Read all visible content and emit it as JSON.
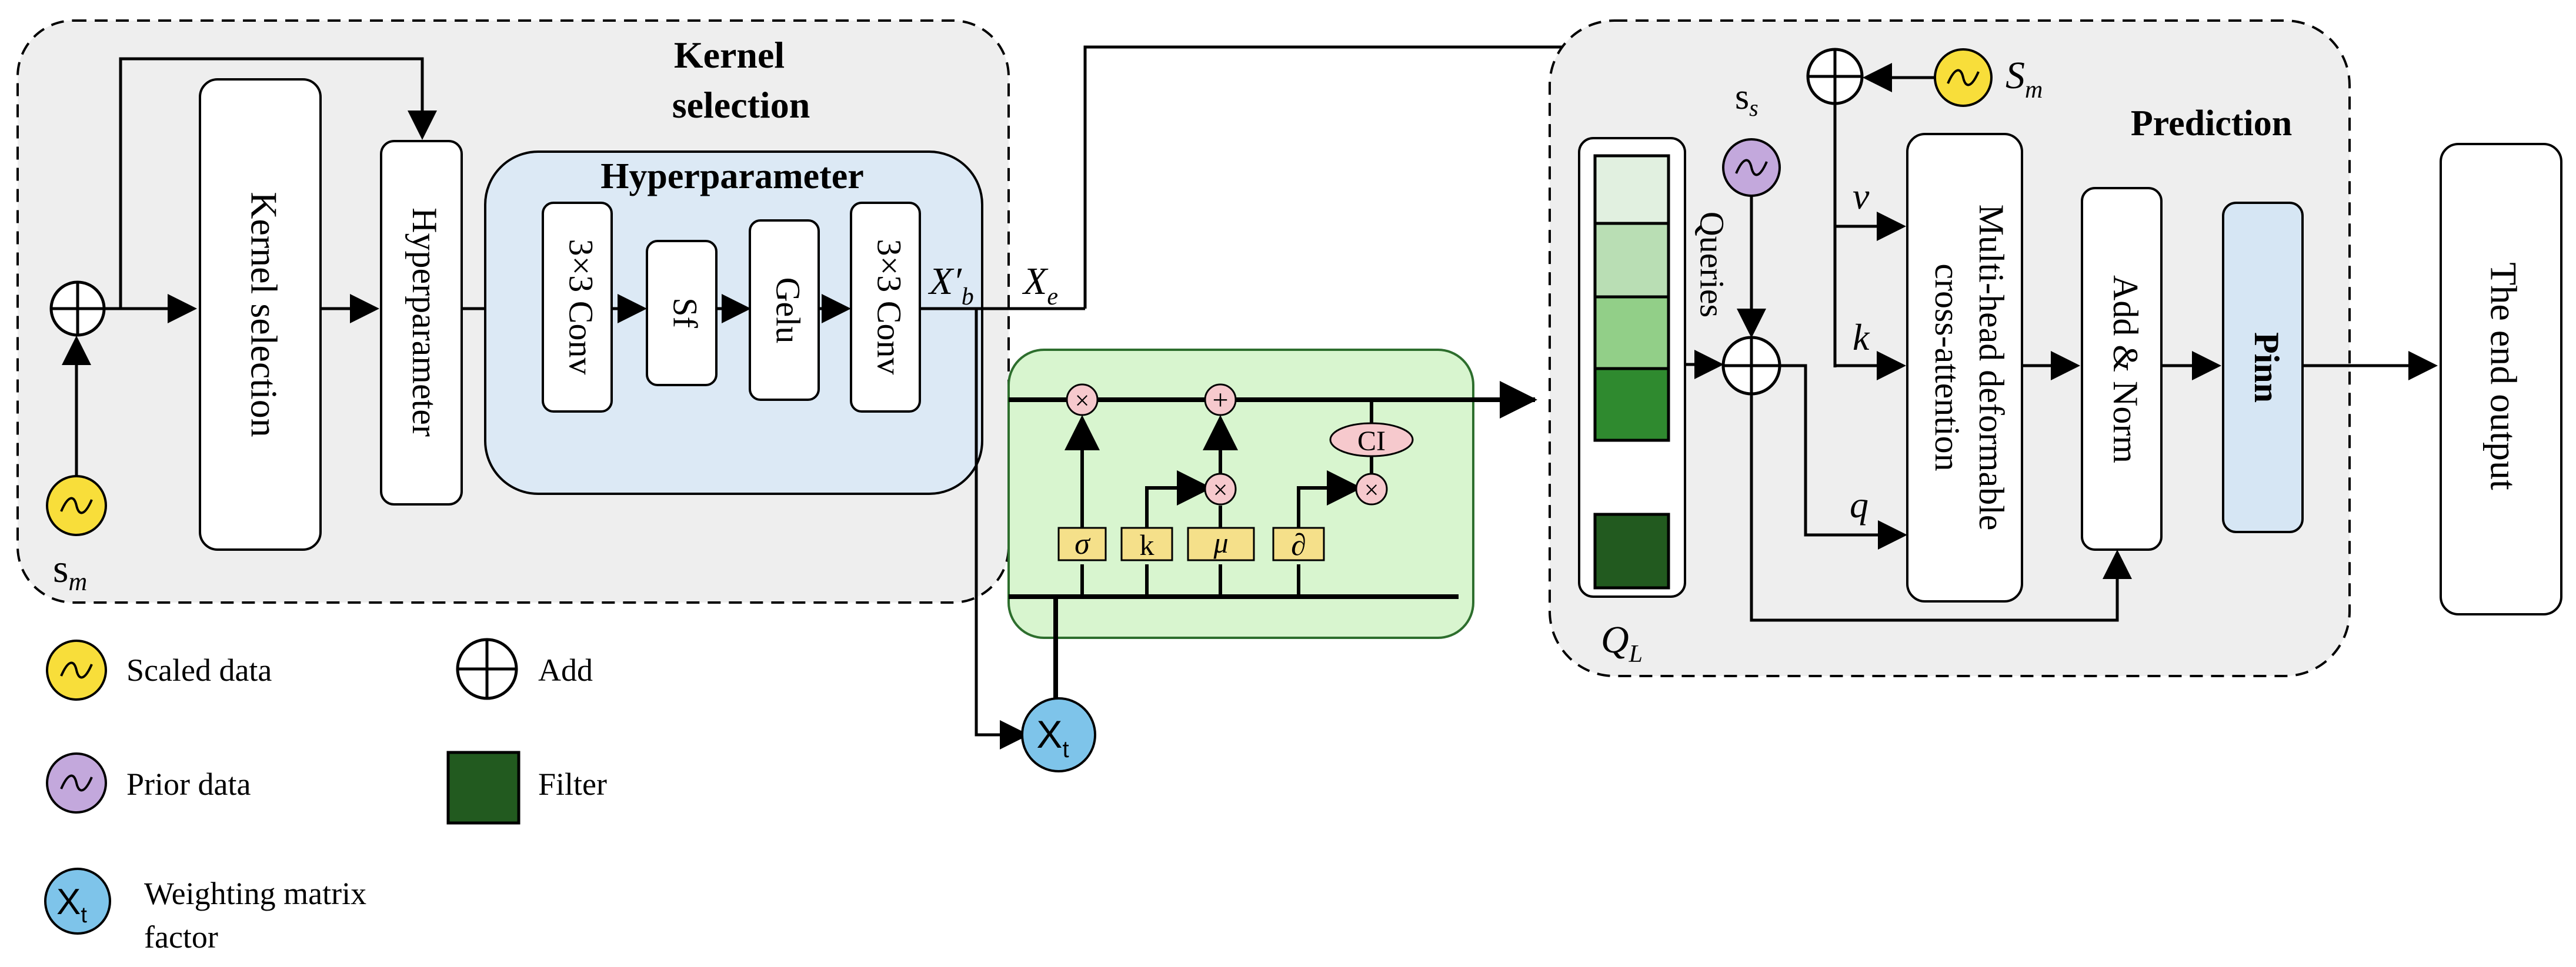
{
  "kernel_module": {
    "title_line1": "Kernel",
    "title_line2": "selection",
    "kernel_block": "Kernel selection",
    "hyper_block": "Hyperparameter",
    "hyper_group_title": "Hyperparameter",
    "conv1": "3×3 Conv",
    "sf": "Sf",
    "gelu": "Gelu",
    "conv2": "3×3 Conv",
    "input_label": "s",
    "input_sub": "m",
    "xb_label": "X′",
    "xb_sub": "b",
    "xe_label": "X",
    "xe_sub": "e"
  },
  "gate_module": {
    "sigma": "σ",
    "k": "k",
    "mu": "μ",
    "partial": "∂",
    "ci": "CI",
    "times": "×",
    "plus": "+",
    "xt_label": "X",
    "xt_sub": "t"
  },
  "prediction_module": {
    "title": "Prediction",
    "ss_label": "s",
    "ss_sub": "s",
    "sm_label": "S",
    "sm_sub": "m",
    "queries": "Queries",
    "ql_label": "Q",
    "ql_sub": "L",
    "v": "v",
    "k": "k",
    "q": "q",
    "attention_line1": "Multi-head deformable",
    "attention_line2": "cross-attention",
    "add_norm": "Add & Norm",
    "pinn": "Pinn"
  },
  "output": {
    "label": "The end output"
  },
  "legend": {
    "scaled": "Scaled data",
    "add": "Add",
    "prior": "Prior data",
    "filter": "Filter",
    "weight_line1": "Weighting matrix",
    "weight_line2": "factor",
    "xt_label": "X",
    "xt_sub": "t"
  },
  "colors": {
    "module_bg": "#eeeeee",
    "hyper_bg": "#dce9f5",
    "gate_bg": "#d8f5cf",
    "gate_box": "#f5e08a",
    "op_circle": "#f6c9cd",
    "scaled": "#f8de3a",
    "prior": "#c3a8dc",
    "weight": "#7ec4ea",
    "pinn": "#d6e6f4",
    "query_colors": [
      "#e1f0e0",
      "#b9deb4",
      "#92cf88",
      "#2f8a2f",
      "#225a1f"
    ]
  }
}
